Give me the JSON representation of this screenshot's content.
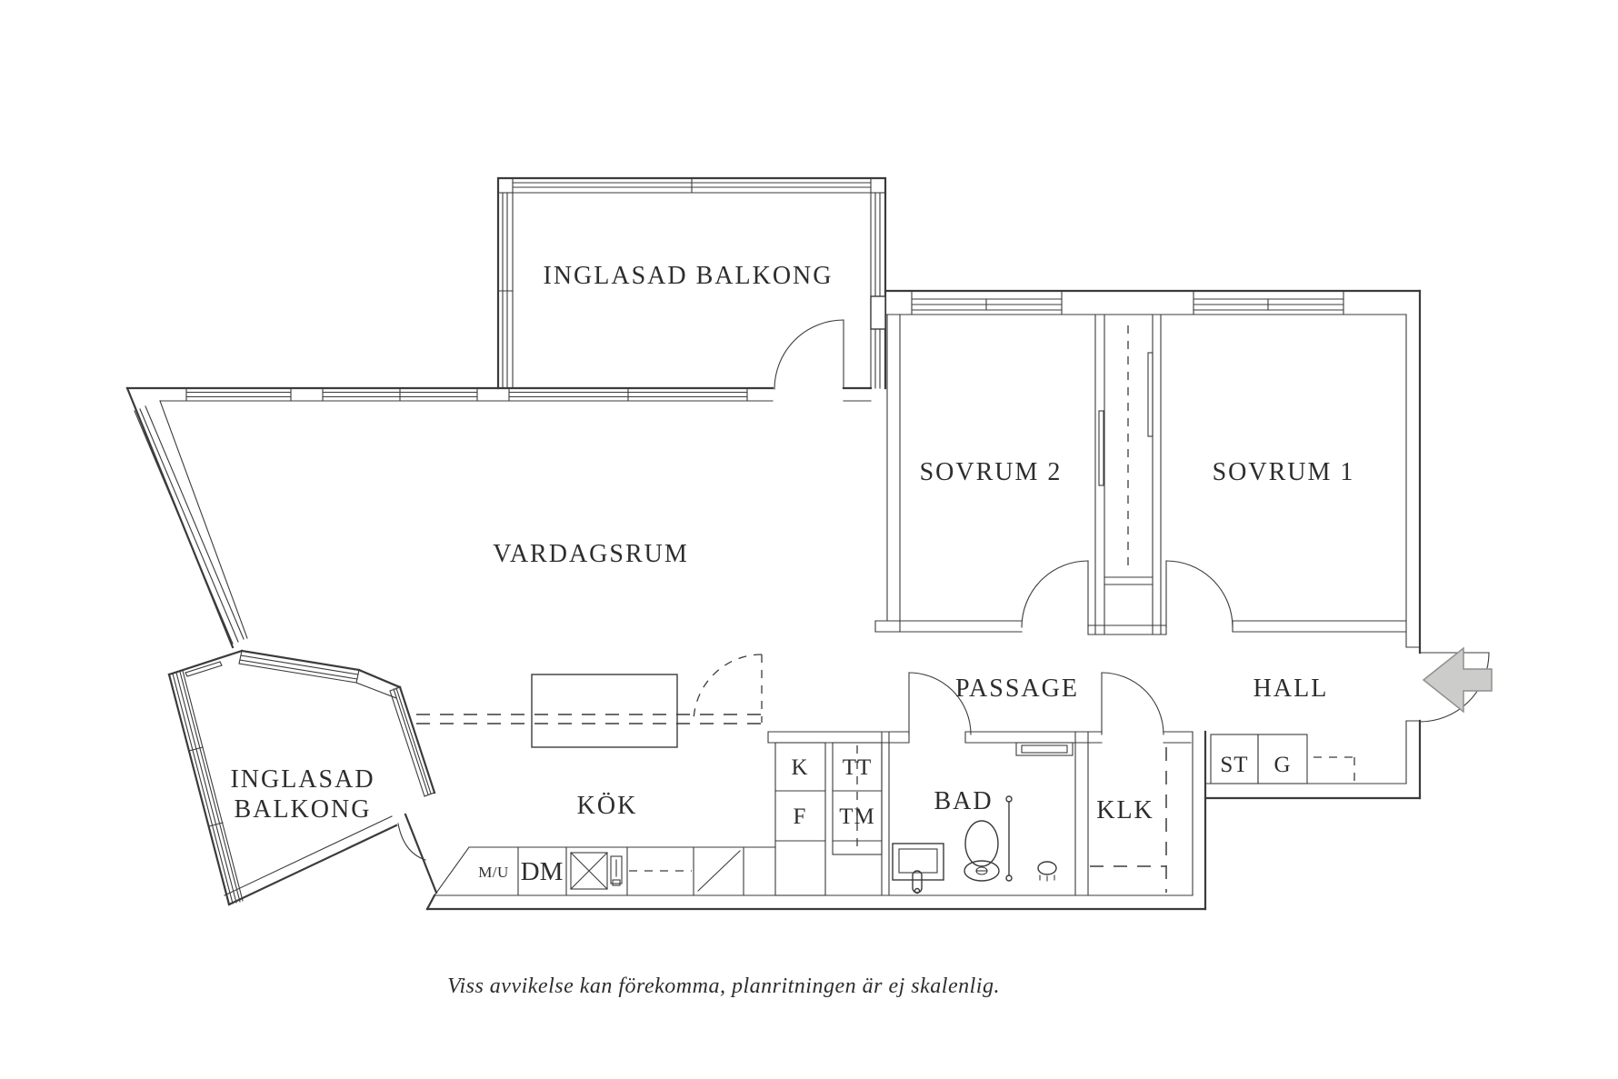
{
  "meta": {
    "type": "floor-plan",
    "background_color": "#ffffff",
    "line_color": "#3b3b3b",
    "text_color": "#2d2d2d",
    "arrow_fill": "#cccccb",
    "arrow_stroke": "#8f8f8c",
    "icons": {
      "entry_arrow": "left-block-arrow",
      "sink_symbol": "crossed-square",
      "stove_symbol": "diagonal-slash"
    }
  },
  "rooms": {
    "balcony_top": "INGLASAD BALKONG",
    "balcony_left_line1": "INGLASAD",
    "balcony_left_line2": "BALKONG",
    "living": "VARDAGSRUM",
    "bedroom2": "SOVRUM 2",
    "bedroom1": "SOVRUM 1",
    "kitchen": "KÖK",
    "passage": "PASSAGE",
    "hall": "HALL",
    "bath": "BAD",
    "walkin_closet": "KLK"
  },
  "appliances": {
    "mu": "M/U",
    "dm": "DM",
    "k": "K",
    "f": "F",
    "tt": "TT",
    "tm": "TM",
    "st": "ST",
    "g": "G"
  },
  "caption": "Viss avvikelse kan förekomma, planritningen är ej skalenlig."
}
